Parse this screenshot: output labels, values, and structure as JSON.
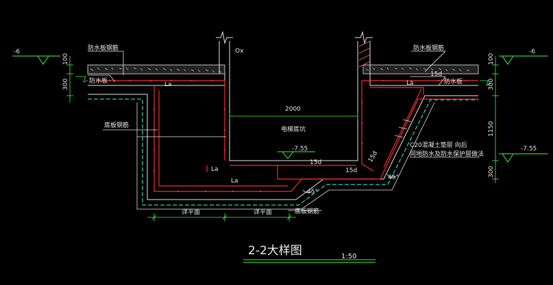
{
  "drawing": {
    "title": "2-2大样图",
    "scale": "1:50",
    "colors": {
      "background": "#000000",
      "rebar": "#ff2a2a",
      "concrete": "#e8e8e8",
      "waterproof": "#3cffe6",
      "dimension": "#3cff3c",
      "label": "#e6e600"
    }
  },
  "labels": {
    "level_left": "-6",
    "level_right": "-6",
    "level_pit_inner": "-7.55",
    "level_pit_outer": "-7.55",
    "floor_rebar_left": "防水板钢筋",
    "floor_rebar_right": "防水板钢筋",
    "waterproof_board_left": "防水板",
    "waterproof_board_right": "防水板",
    "anchor_la_left": "La",
    "anchor_la_right": "La",
    "anchor_la_bottom": "La",
    "anchor_la_wall": "La",
    "wall_mark": "Ox",
    "pit_width": "2000",
    "pit_name": "电梯底坑",
    "pit_rebar": "底板钢筋",
    "bottom_rebar": "底板钢筋",
    "len_15d_a": "15d",
    "len_15d_b": "15d",
    "len_15d_c": "15d",
    "len_15d_d": "15d",
    "cushion_line1": "C20混凝土垫层 向后",
    "cushion_line2": "同地防水及防水保护层做法",
    "angle_45_a": "45°",
    "angle_45_b": "45°",
    "bottom_dim_left": "详平面",
    "bottom_dim_right": "详平面"
  },
  "dimensions": {
    "left_100": "100",
    "left_300": "300",
    "right_100": "100",
    "right_300_top": "300",
    "right_1150": "1150",
    "right_300_bottom": "300"
  }
}
